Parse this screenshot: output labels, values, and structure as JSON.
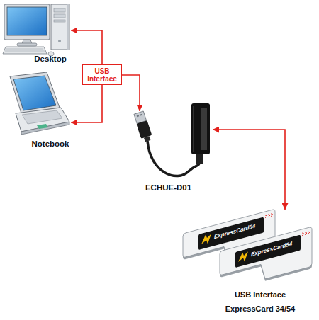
{
  "diagram": {
    "nodes": [
      {
        "text": [
          "Desktop"
        ]
      },
      {
        "text": [
          "USB Interface"
        ]
      },
      {
        "text": [
          "Notebook"
        ]
      },
      {
        "text": [
          "ECHUE-D01"
        ]
      },
      {
        "text": [
          "USB Interface ExpressCard 34/54"
        ]
      }
    ],
    "edges": [
      {
        "from": 1,
        "to": 0,
        "arrow": "to"
      },
      {
        "from": 1,
        "to": 2,
        "arrow": "to"
      },
      {
        "from": 1,
        "to": 3,
        "arrow": "to"
      },
      {
        "from": 3,
        "to": 4,
        "arrow": "both"
      }
    ],
    "labels": [
      "ExpressCard54",
      "ExpressCard54"
    ]
  }
}
